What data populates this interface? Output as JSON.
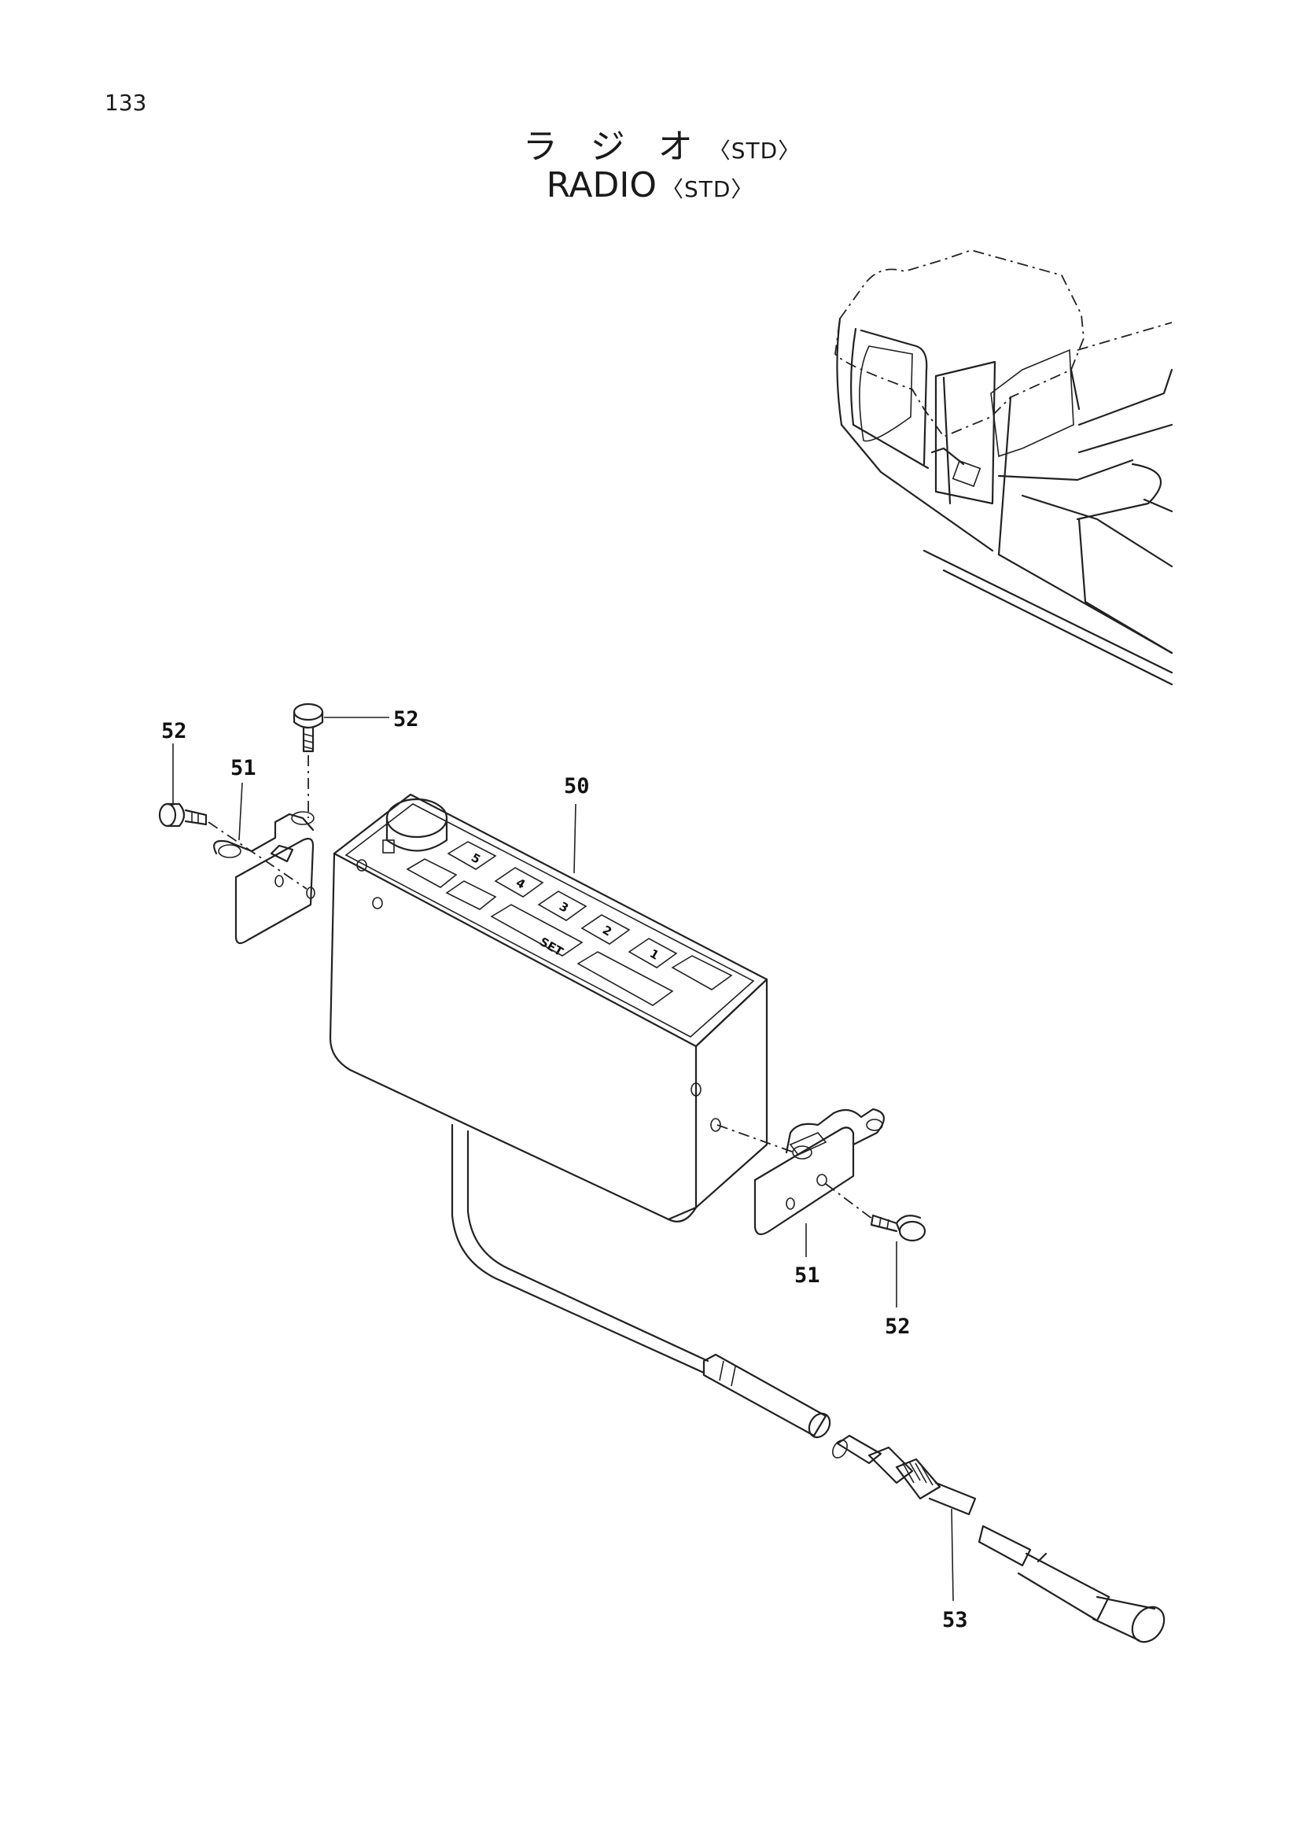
{
  "page_number": "133",
  "title": {
    "japanese": "ラ ジ オ",
    "japanese_qualifier": "〈STD〉",
    "english": "RADIO",
    "english_qualifier": "〈STD〉"
  },
  "callouts": [
    {
      "id": "c52a",
      "label": "52"
    },
    {
      "id": "c52b",
      "label": "52"
    },
    {
      "id": "c51a",
      "label": "51"
    },
    {
      "id": "c50",
      "label": "50"
    },
    {
      "id": "c51b",
      "label": "51"
    },
    {
      "id": "c52c",
      "label": "52"
    },
    {
      "id": "c53",
      "label": "53"
    }
  ],
  "radio_buttons": [
    "5",
    "4",
    "3",
    "2",
    "1",
    "SET"
  ]
}
